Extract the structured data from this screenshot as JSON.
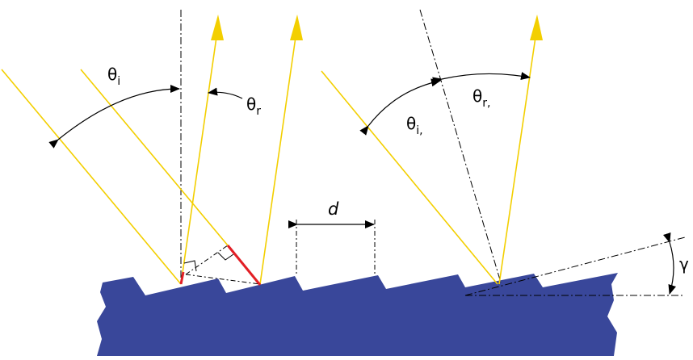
{
  "colors": {
    "background": "#ffffff",
    "grating_fill": "#39479a",
    "ray": "#f3cf00",
    "blaze_path": "#e21f26",
    "construction_line": "#000000"
  },
  "labels": {
    "theta_i": {
      "base": "θ",
      "sub": "i",
      "suffix": ""
    },
    "theta_r": {
      "base": "θ",
      "sub": "r",
      "suffix": ""
    },
    "theta_i_prime": {
      "base": "θ",
      "sub": "i",
      "suffix": ","
    },
    "theta_r_prime": {
      "base": "θ",
      "sub": "r",
      "suffix": ","
    },
    "groove_spacing": "d",
    "blaze_angle": "γ"
  },
  "icons": {
    "arrowhead": "triangle-arrowhead",
    "right_angle": "right-angle-marker"
  }
}
